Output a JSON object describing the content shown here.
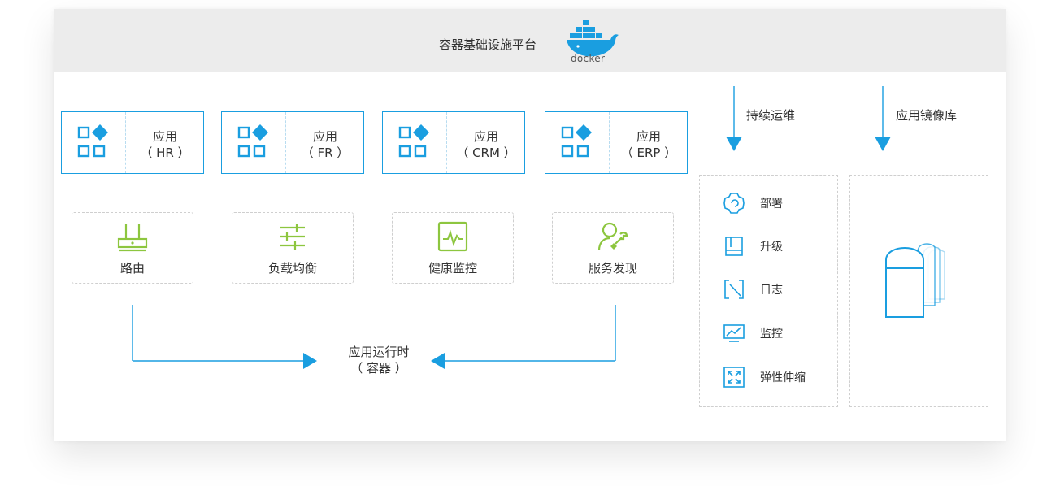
{
  "banner": {
    "title": "容器基础设施平台",
    "logo_text": "docker"
  },
  "apps": [
    {
      "name": "应用",
      "tag": "（ HR ）"
    },
    {
      "name": "应用",
      "tag": "（ FR ）"
    },
    {
      "name": "应用",
      "tag": "（ CRM ）"
    },
    {
      "name": "应用",
      "tag": "（ ERP ）"
    }
  ],
  "services": [
    {
      "label": "路由",
      "icon": "router-icon"
    },
    {
      "label": "负载均衡",
      "icon": "sliders-icon"
    },
    {
      "label": "健康监控",
      "icon": "heartbeat-monitor-icon"
    },
    {
      "label": "服务发现",
      "icon": "user-wrench-icon"
    }
  ],
  "runtime": {
    "line1": "应用运行时",
    "line2": "（ 容器 ）"
  },
  "ops": {
    "heading": "持续运维",
    "items": [
      {
        "label": "部署",
        "icon": "gear-deploy-icon"
      },
      {
        "label": "升级",
        "icon": "book-upgrade-icon"
      },
      {
        "label": "日志",
        "icon": "log-icon"
      },
      {
        "label": "监控",
        "icon": "monitor-chart-icon"
      },
      {
        "label": "弹性伸缩",
        "icon": "expand-icon"
      }
    ]
  },
  "repo": {
    "heading": "应用镜像库",
    "icon": "image-stack-icon"
  },
  "colors": {
    "accent": "#1a9ee0",
    "service_icon": "#8dc63f",
    "banner_bg": "#ececec"
  }
}
